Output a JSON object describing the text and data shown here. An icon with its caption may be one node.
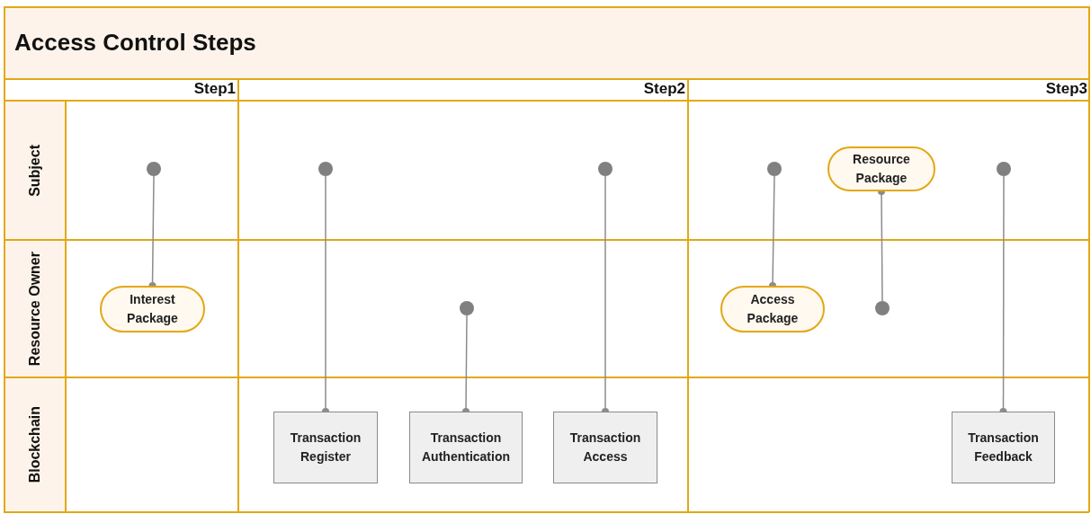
{
  "diagram": {
    "title": "Access Control Steps",
    "nodes": [
      {
        "text": [],
        "shape": "circle"
      },
      {
        "text": [],
        "shape": "circle"
      },
      {
        "text": [],
        "shape": "circle"
      },
      {
        "text": [],
        "shape": "circle"
      },
      {
        "text": [
          "Resource Package"
        ]
      },
      {
        "text": [],
        "shape": "circle"
      },
      {
        "text": [
          "Interest Package"
        ]
      },
      {
        "text": [],
        "shape": "circle"
      },
      {
        "text": [
          "Access Package"
        ]
      },
      {
        "text": [],
        "shape": "circle"
      },
      {
        "text": [
          "Transaction Register"
        ]
      },
      {
        "text": [
          "Transaction Authentication"
        ]
      },
      {
        "text": [
          "Transaction Access"
        ]
      },
      {
        "text": [
          "Transaction Feedback"
        ]
      }
    ],
    "edges": [
      {
        "from": 0,
        "to": 6,
        "arrow": "other"
      },
      {
        "from": 1,
        "to": 10,
        "arrow": "other"
      },
      {
        "from": 7,
        "to": 11,
        "arrow": "other"
      },
      {
        "from": 2,
        "to": 12,
        "arrow": "other"
      },
      {
        "from": 3,
        "to": 8,
        "arrow": "other"
      },
      {
        "from": 9,
        "to": 4,
        "arrow": "other"
      },
      {
        "from": 5,
        "to": 13,
        "arrow": "other"
      }
    ],
    "labels": [
      "Step1",
      "Step2",
      "Step3",
      "Subject",
      "Resource Owner",
      "Blockchain"
    ]
  }
}
